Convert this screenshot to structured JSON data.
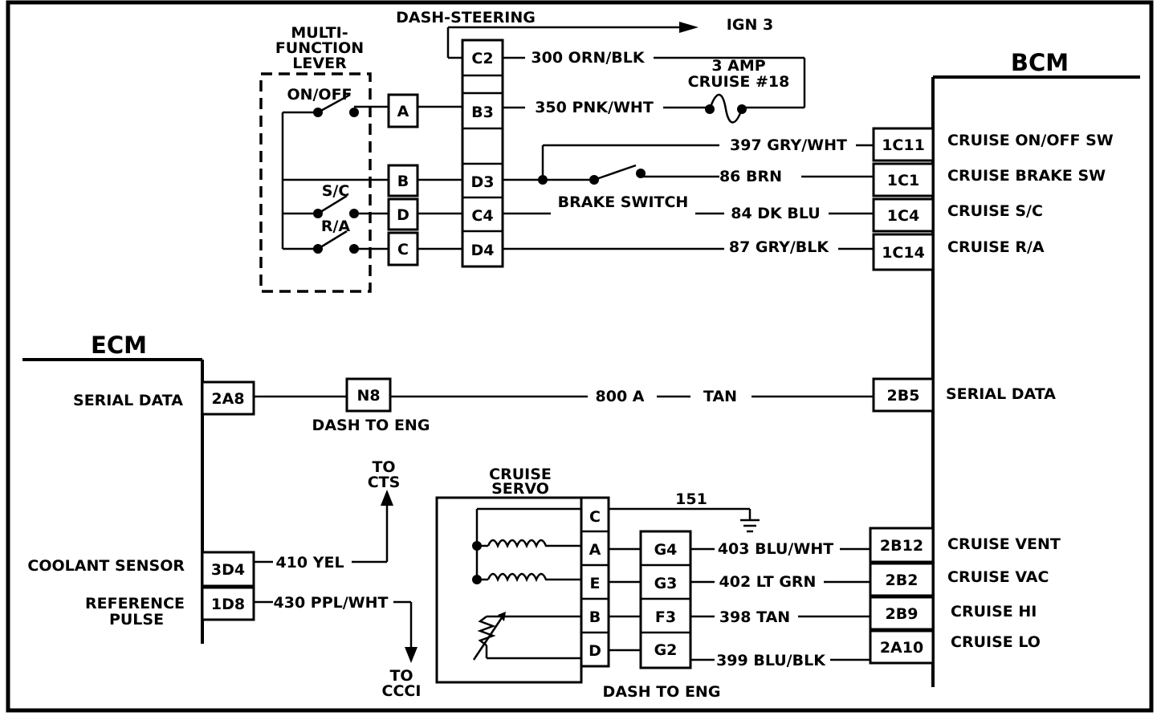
{
  "modules": {
    "bcm": "BCM",
    "ecm": "ECM"
  },
  "lever": {
    "title1": "MULTI-",
    "title2": "FUNCTION",
    "title3": "LEVER",
    "onoff": "ON/OFF",
    "sc": "S/C",
    "ra": "R/A"
  },
  "lever_pins": {
    "a": "A",
    "b": "B",
    "d": "D",
    "c": "C"
  },
  "dash_pins": {
    "c2": "C2",
    "b3": "B3",
    "d3": "D3",
    "c4": "C4",
    "d4": "D4"
  },
  "top": {
    "dash_steering": "DASH-STEERING",
    "ign3": "IGN 3",
    "fuse1": "3 AMP",
    "fuse2": "CRUISE #18"
  },
  "wires": {
    "w300": "300 ORN/BLK",
    "w350": "350 PNK/WHT",
    "w397": "397 GRY/WHT",
    "w86": "86 BRN",
    "brake_switch": "BRAKE SWITCH",
    "w84": "84 DK BLU",
    "w87": "87 GRY/BLK",
    "w800": "800 A",
    "tan": "TAN",
    "w410": "410 YEL",
    "w430": "430 PPL/WHT",
    "w151": "151",
    "w403": "403 BLU/WHT",
    "w402": "402 LT GRN",
    "w398": "398 TAN",
    "w399": "399 BLU/BLK"
  },
  "bcm_pins": {
    "p1c11": "1C11",
    "p1c1": "1C1",
    "p1c4": "1C4",
    "p1c14": "1C14",
    "p2b5": "2B5",
    "p2b12": "2B12",
    "p2b2": "2B2",
    "p2b9": "2B9",
    "p2a10": "2A10"
  },
  "bcm_labels": {
    "onoff": "CRUISE ON/OFF SW",
    "brake": "CRUISE BRAKE SW",
    "sc": "CRUISE S/C",
    "ra": "CRUISE R/A",
    "serial": "SERIAL DATA",
    "vent": "CRUISE  VENT",
    "vac": "CRUISE  VAC",
    "hi": "CRUISE  HI",
    "lo": "CRUISE  LO"
  },
  "ecm_pins": {
    "p2a8": "2A8",
    "p3d4": "3D4",
    "p1d8": "1D8"
  },
  "ecm_labels": {
    "serial": "SERIAL DATA",
    "coolant": "COOLANT SENSOR",
    "ref1": "REFERENCE",
    "ref2": "PULSE"
  },
  "connectors": {
    "n8": "N8",
    "dash_eng": "DASH TO ENG",
    "g4": "G4",
    "g3": "G3",
    "f3": "F3",
    "g2": "G2",
    "dash_eng2": "DASH TO ENG"
  },
  "cts": {
    "to": "TO",
    "cts": "CTS"
  },
  "ccci": {
    "to": "TO",
    "ccci": "CCCI"
  },
  "servo": {
    "title1": "CRUISE",
    "title2": "SERVO",
    "c": "C",
    "a": "A",
    "e": "E",
    "b": "B",
    "d": "D"
  }
}
